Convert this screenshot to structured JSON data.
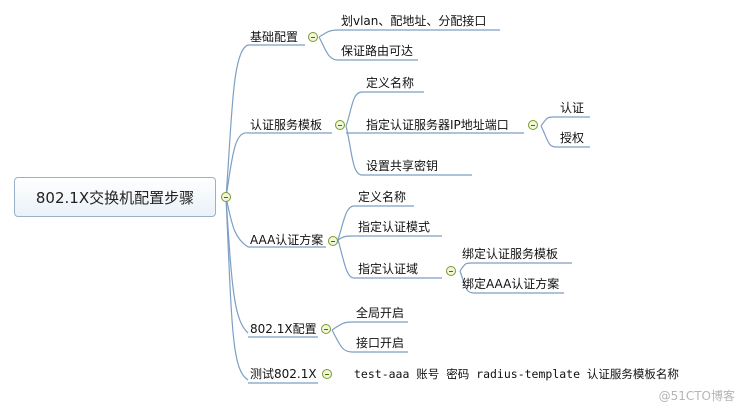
{
  "root": {
    "label": "802.1X交换机配置步骤"
  },
  "branches": [
    {
      "label": "基础配置",
      "children": [
        "划vlan、配地址、分配接口",
        "保证路由可达"
      ]
    },
    {
      "label": "认证服务模板",
      "children": [
        "定义名称",
        "指定认证服务器IP地址端口",
        "设置共享密钥"
      ],
      "sub": [
        "认证",
        "授权"
      ]
    },
    {
      "label": "AAA认证方案",
      "children": [
        "定义名称",
        "指定认证模式",
        "指定认证域"
      ],
      "sub": [
        "绑定认证服务模板",
        "绑定AAA认证方案"
      ]
    },
    {
      "label": "802.1X配置",
      "children": [
        "全局开启",
        "接口开启"
      ]
    },
    {
      "label": "测试802.1X",
      "note": "test-aaa 账号 密码 radius-template 认证服务模板名称"
    }
  ],
  "watermark": "@51CTO博客",
  "colors": {
    "edge": "#7d9fc4",
    "toggle_border": "#7a9a2a"
  }
}
